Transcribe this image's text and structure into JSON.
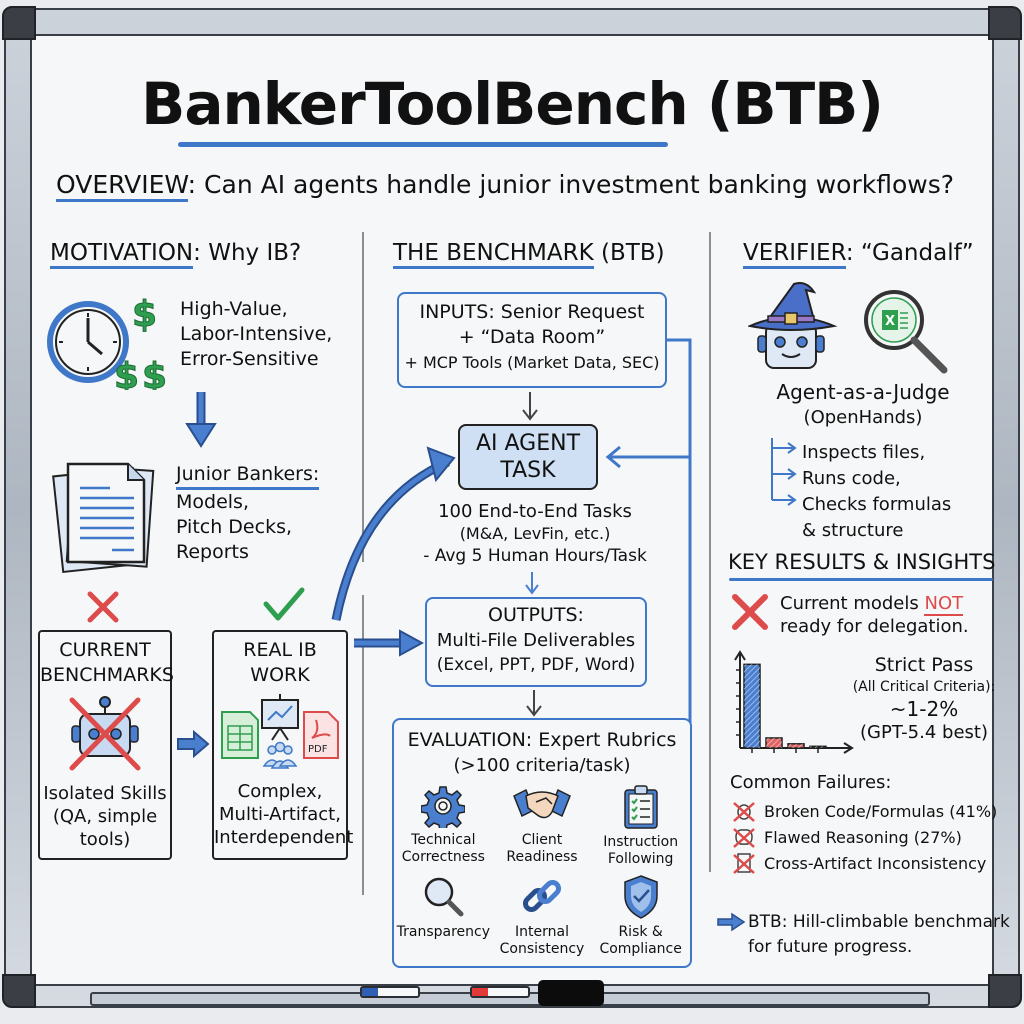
{
  "title": "BankerToolBench (BTB)",
  "overview": {
    "label": "OVERVIEW",
    "text": ": Can AI agents handle junior investment banking workflows?"
  },
  "motivation": {
    "heading_underlined": "MOTIVATION",
    "heading_rest": ": Why IB?",
    "traits": [
      "High-Value,",
      "Labor-Intensive,",
      "Error-Sensitive"
    ],
    "junior_label": "Junior Bankers:",
    "junior_items": [
      "Models,",
      "Pitch Decks,",
      "Reports"
    ],
    "current_benchmarks": {
      "title_lines": [
        "CURRENT",
        "BENCHMARKS"
      ],
      "desc_lines": [
        "Isolated Skills",
        "(QA, simple",
        "tools)"
      ],
      "status": "rejected"
    },
    "real_ib_work": {
      "title_lines": [
        "REAL IB",
        "WORK"
      ],
      "desc_lines": [
        "Complex,",
        "Multi-Artifact,",
        "Interdependent"
      ],
      "pdf_label": "PDF",
      "status": "approved"
    }
  },
  "benchmark": {
    "heading_underlined": "THE BENCHMARK",
    "heading_rest": " (BTB)",
    "inputs_lines": [
      "INPUTS: Senior Request",
      "+ “Data Room”",
      "+ MCP Tools (Market Data, SEC)"
    ],
    "agent_task_lines": [
      "AI AGENT",
      "TASK"
    ],
    "task_stats_lines": [
      "100 End-to-End Tasks",
      "(M&A, LevFin, etc.)",
      "- Avg 5 Human Hours/Task"
    ],
    "outputs_lines": [
      "OUTPUTS:",
      "Multi-File Deliverables",
      "(Excel, PPT, PDF, Word)"
    ],
    "evaluation_lines": [
      "EVALUATION: Expert Rubrics",
      "(>100 criteria/task)"
    ],
    "criteria": [
      {
        "icon": "gear-icon",
        "lines": [
          "Technical",
          "Correctness"
        ]
      },
      {
        "icon": "handshake-icon",
        "lines": [
          "Client",
          "Readiness"
        ]
      },
      {
        "icon": "clipboard-checklist-icon",
        "lines": [
          "Instruction",
          "Following"
        ]
      },
      {
        "icon": "magnifier-icon",
        "lines": [
          "Transparency"
        ]
      },
      {
        "icon": "chain-link-icon",
        "lines": [
          "Internal",
          "Consistency"
        ]
      },
      {
        "icon": "shield-check-icon",
        "lines": [
          "Risk &",
          "Compliance"
        ]
      }
    ]
  },
  "verifier": {
    "heading_underlined": "VERIFIER",
    "heading_rest": ": “Gandalf”",
    "excel_glyph": "X",
    "judge_lines": [
      "Agent-as-a-Judge",
      "(OpenHands)"
    ],
    "actions": [
      "Inspects files,",
      "Runs code,",
      "Checks formulas"
    ],
    "actions_tail": "& structure"
  },
  "results": {
    "heading": "KEY RESULTS & INSIGHTS",
    "not_ready_pre": "Current models ",
    "not_ready_emph": "NOT",
    "not_ready_post": "ready for delegation.",
    "strict_pass_lines": [
      "Strict Pass",
      "(All Critical Criteria):",
      "~1-2%",
      "(GPT-5.4 best)"
    ],
    "failures_heading": "Common Failures:",
    "failures": [
      "Broken Code/Formulas (41%)",
      "Flawed Reasoning (27%)",
      "Cross-Artifact Inconsistency"
    ],
    "conclusion_lines": [
      "BTB: Hill-climbable benchmark",
      "for future progress."
    ]
  },
  "chart_data": {
    "type": "bar",
    "title": "",
    "xlabel": "",
    "ylabel": "",
    "categories": [
      "",
      "",
      "",
      ""
    ],
    "values": [
      100,
      12,
      5,
      2
    ],
    "colors": [
      "#4a7fd0",
      "#e06565",
      "#e06565",
      "#444444"
    ],
    "note": "unlabeled sketch chart; values are relative heights",
    "ylim": [
      0,
      110
    ]
  },
  "colors": {
    "accent_blue": "#3f78c8",
    "red": "#dd4b4b",
    "green": "#2e9e4f"
  }
}
